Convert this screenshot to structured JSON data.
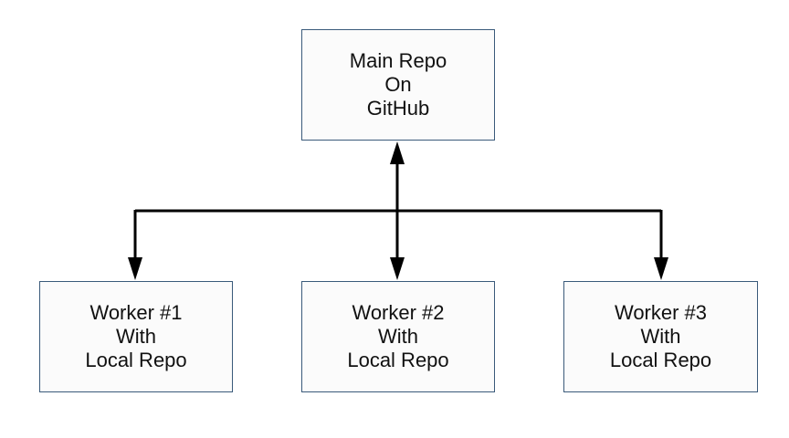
{
  "main": {
    "lines": [
      "Main Repo",
      "On",
      "GitHub"
    ]
  },
  "workers": [
    {
      "lines": [
        "Worker #1",
        "With",
        "Local Repo"
      ]
    },
    {
      "lines": [
        "Worker #2",
        "With",
        "Local Repo"
      ]
    },
    {
      "lines": [
        "Worker #3",
        "With",
        "Local Repo"
      ]
    }
  ],
  "colors": {
    "box_border": "#3a5a7a",
    "box_fill": "#fbfbfb",
    "connector": "#000000",
    "text": "#111111"
  }
}
